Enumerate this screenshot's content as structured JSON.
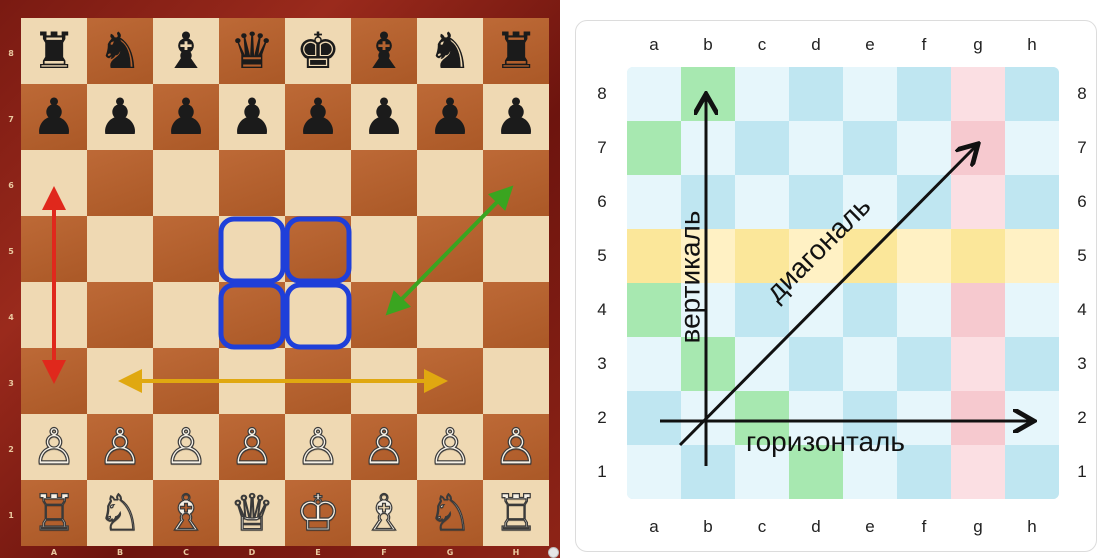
{
  "left_board": {
    "files": [
      "A",
      "B",
      "C",
      "D",
      "E",
      "F",
      "G",
      "H"
    ],
    "ranks": [
      "8",
      "7",
      "6",
      "5",
      "4",
      "3",
      "2",
      "1"
    ],
    "rows": [
      [
        "♜",
        "♞",
        "♝",
        "♛",
        "♚",
        "♝",
        "♞",
        "♜"
      ],
      [
        "♟",
        "♟",
        "♟",
        "♟",
        "♟",
        "♟",
        "♟",
        "♟"
      ],
      [
        "",
        "",
        "",
        "",
        "",
        "",
        "",
        ""
      ],
      [
        "",
        "",
        "",
        "",
        "",
        "",
        "",
        ""
      ],
      [
        "",
        "",
        "",
        "",
        "",
        "",
        "",
        ""
      ],
      [
        "",
        "",
        "",
        "",
        "",
        "",
        "",
        ""
      ],
      [
        "♙",
        "♙",
        "♙",
        "♙",
        "♙",
        "♙",
        "♙",
        "♙"
      ],
      [
        "♖",
        "♘",
        "♗",
        "♕",
        "♔",
        "♗",
        "♘",
        "♖"
      ]
    ],
    "colors": {
      "light_square": "#efd9b3",
      "dark_square": "#b9602a",
      "frame": "#7a1a12",
      "center_highlight": "#1f3fd9",
      "vertical_arrow": "#e0281c",
      "horizontal_arrow": "#e0a810",
      "diagonal_arrow": "#3aa520"
    }
  },
  "right_board": {
    "files": [
      "a",
      "b",
      "c",
      "d",
      "e",
      "f",
      "g",
      "h"
    ],
    "ranks": [
      "8",
      "7",
      "6",
      "5",
      "4",
      "3",
      "2",
      "1"
    ],
    "labels": {
      "vertical": "вертикаль",
      "horizontal": "горизонталь",
      "diagonal": "диагональ"
    },
    "square_colors": [
      [
        "#e6f6fb",
        "#a7e8b0",
        "#e6f6fb",
        "#bfe6f1",
        "#e6f6fb",
        "#bfe6f1",
        "#fbdfe3",
        "#bfe6f1"
      ],
      [
        "#a7e8b0",
        "#e6f6fb",
        "#bfe6f1",
        "#e6f6fb",
        "#bfe6f1",
        "#e6f6fb",
        "#f6c9cf",
        "#e6f6fb"
      ],
      [
        "#e6f6fb",
        "#bfe6f1",
        "#e6f6fb",
        "#bfe6f1",
        "#e6f6fb",
        "#bfe6f1",
        "#fbdfe3",
        "#bfe6f1"
      ],
      [
        "#fbe79a",
        "#fff1c4",
        "#fbe79a",
        "#fff1c4",
        "#fbe79a",
        "#fff1c4",
        "#fbe79a",
        "#fff1c4"
      ],
      [
        "#a7e8b0",
        "#e6f6fb",
        "#bfe6f1",
        "#e6f6fb",
        "#bfe6f1",
        "#e6f6fb",
        "#f6c9cf",
        "#e6f6fb"
      ],
      [
        "#e6f6fb",
        "#a7e8b0",
        "#e6f6fb",
        "#bfe6f1",
        "#e6f6fb",
        "#bfe6f1",
        "#fbdfe3",
        "#bfe6f1"
      ],
      [
        "#bfe6f1",
        "#e6f6fb",
        "#a7e8b0",
        "#e6f6fb",
        "#bfe6f1",
        "#e6f6fb",
        "#f6c9cf",
        "#e6f6fb"
      ],
      [
        "#e6f6fb",
        "#bfe6f1",
        "#e6f6fb",
        "#a7e8b0",
        "#e6f6fb",
        "#bfe6f1",
        "#fbdfe3",
        "#bfe6f1"
      ]
    ]
  }
}
